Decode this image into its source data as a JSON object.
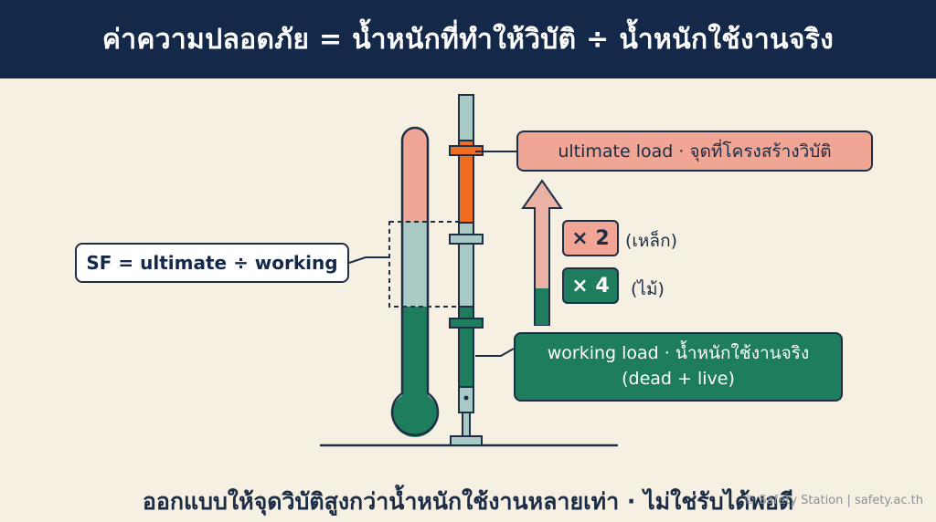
{
  "header": {
    "title": "ค่าความปลอดภัย = น้ำหนักที่ทำให้วิบัติ ÷ น้ำหนักใช้งานจริง"
  },
  "callouts": {
    "sf": "SF = ultimate ÷ working",
    "ultimate": "ultimate load · จุดที่โครงสร้างวิบัติ",
    "working_line1": "working load · น้ำหนักใช้งานจริง",
    "working_line2": "(dead + live)"
  },
  "factors": [
    {
      "multiplier": "× 2",
      "material": "(เหล็ก)"
    },
    {
      "multiplier": "× 4",
      "material": "(ไม้)"
    }
  ],
  "footer": {
    "text": "ออกแบบให้จุดวิบัติสูงกว่าน้ำหนักใช้งานหลายเท่า · ไม่ใช่รับได้พอดี"
  },
  "credit": "© Safety Station | safety.ac.th",
  "colors": {
    "header_bg": "#14284a",
    "background": "#f6f0e3",
    "ultimate_salmon": "#f0a595",
    "margin_teal": "#a9c9c5",
    "working_green": "#1e7d5d",
    "failure_orange": "#f06c1e"
  }
}
